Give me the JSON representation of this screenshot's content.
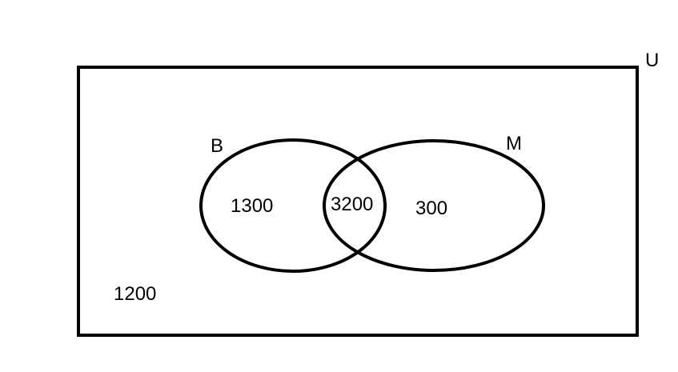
{
  "diagram": {
    "type": "venn",
    "universe_label": "U",
    "sets": [
      {
        "label": "B",
        "only_count": "1300"
      },
      {
        "label": "M",
        "only_count": "300"
      }
    ],
    "intersection_count": "3200",
    "outside_count": "1200",
    "stroke_color": "#000000"
  }
}
